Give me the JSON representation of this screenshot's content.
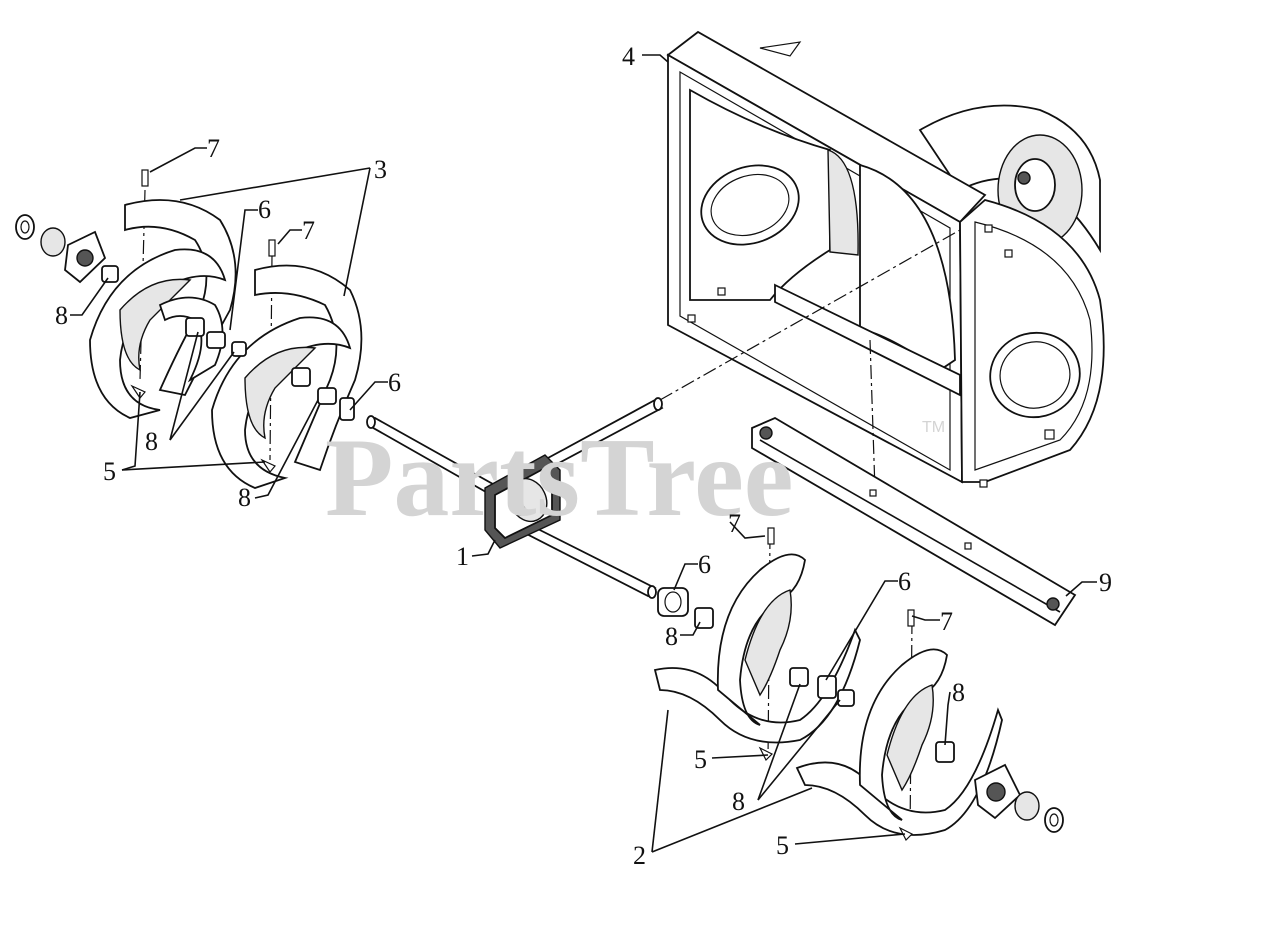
{
  "watermark": {
    "text": "PartsTree",
    "trademark": "TM"
  },
  "callouts": [
    {
      "id": "c1",
      "label": "1"
    },
    {
      "id": "c2",
      "label": "2"
    },
    {
      "id": "c3",
      "label": "3"
    },
    {
      "id": "c4",
      "label": "4"
    },
    {
      "id": "c5a",
      "label": "5"
    },
    {
      "id": "c5b",
      "label": "5"
    },
    {
      "id": "c5c",
      "label": "5"
    },
    {
      "id": "c6a",
      "label": "6"
    },
    {
      "id": "c6b",
      "label": "6"
    },
    {
      "id": "c6c",
      "label": "6"
    },
    {
      "id": "c6d",
      "label": "6"
    },
    {
      "id": "c7a",
      "label": "7"
    },
    {
      "id": "c7b",
      "label": "7"
    },
    {
      "id": "c7c",
      "label": "7"
    },
    {
      "id": "c7d",
      "label": "7"
    },
    {
      "id": "c8a",
      "label": "8"
    },
    {
      "id": "c8b",
      "label": "8"
    },
    {
      "id": "c8c",
      "label": "8"
    },
    {
      "id": "c8d",
      "label": "8"
    },
    {
      "id": "c8e",
      "label": "8"
    },
    {
      "id": "c8f",
      "label": "8"
    },
    {
      "id": "c9",
      "label": "9"
    }
  ]
}
